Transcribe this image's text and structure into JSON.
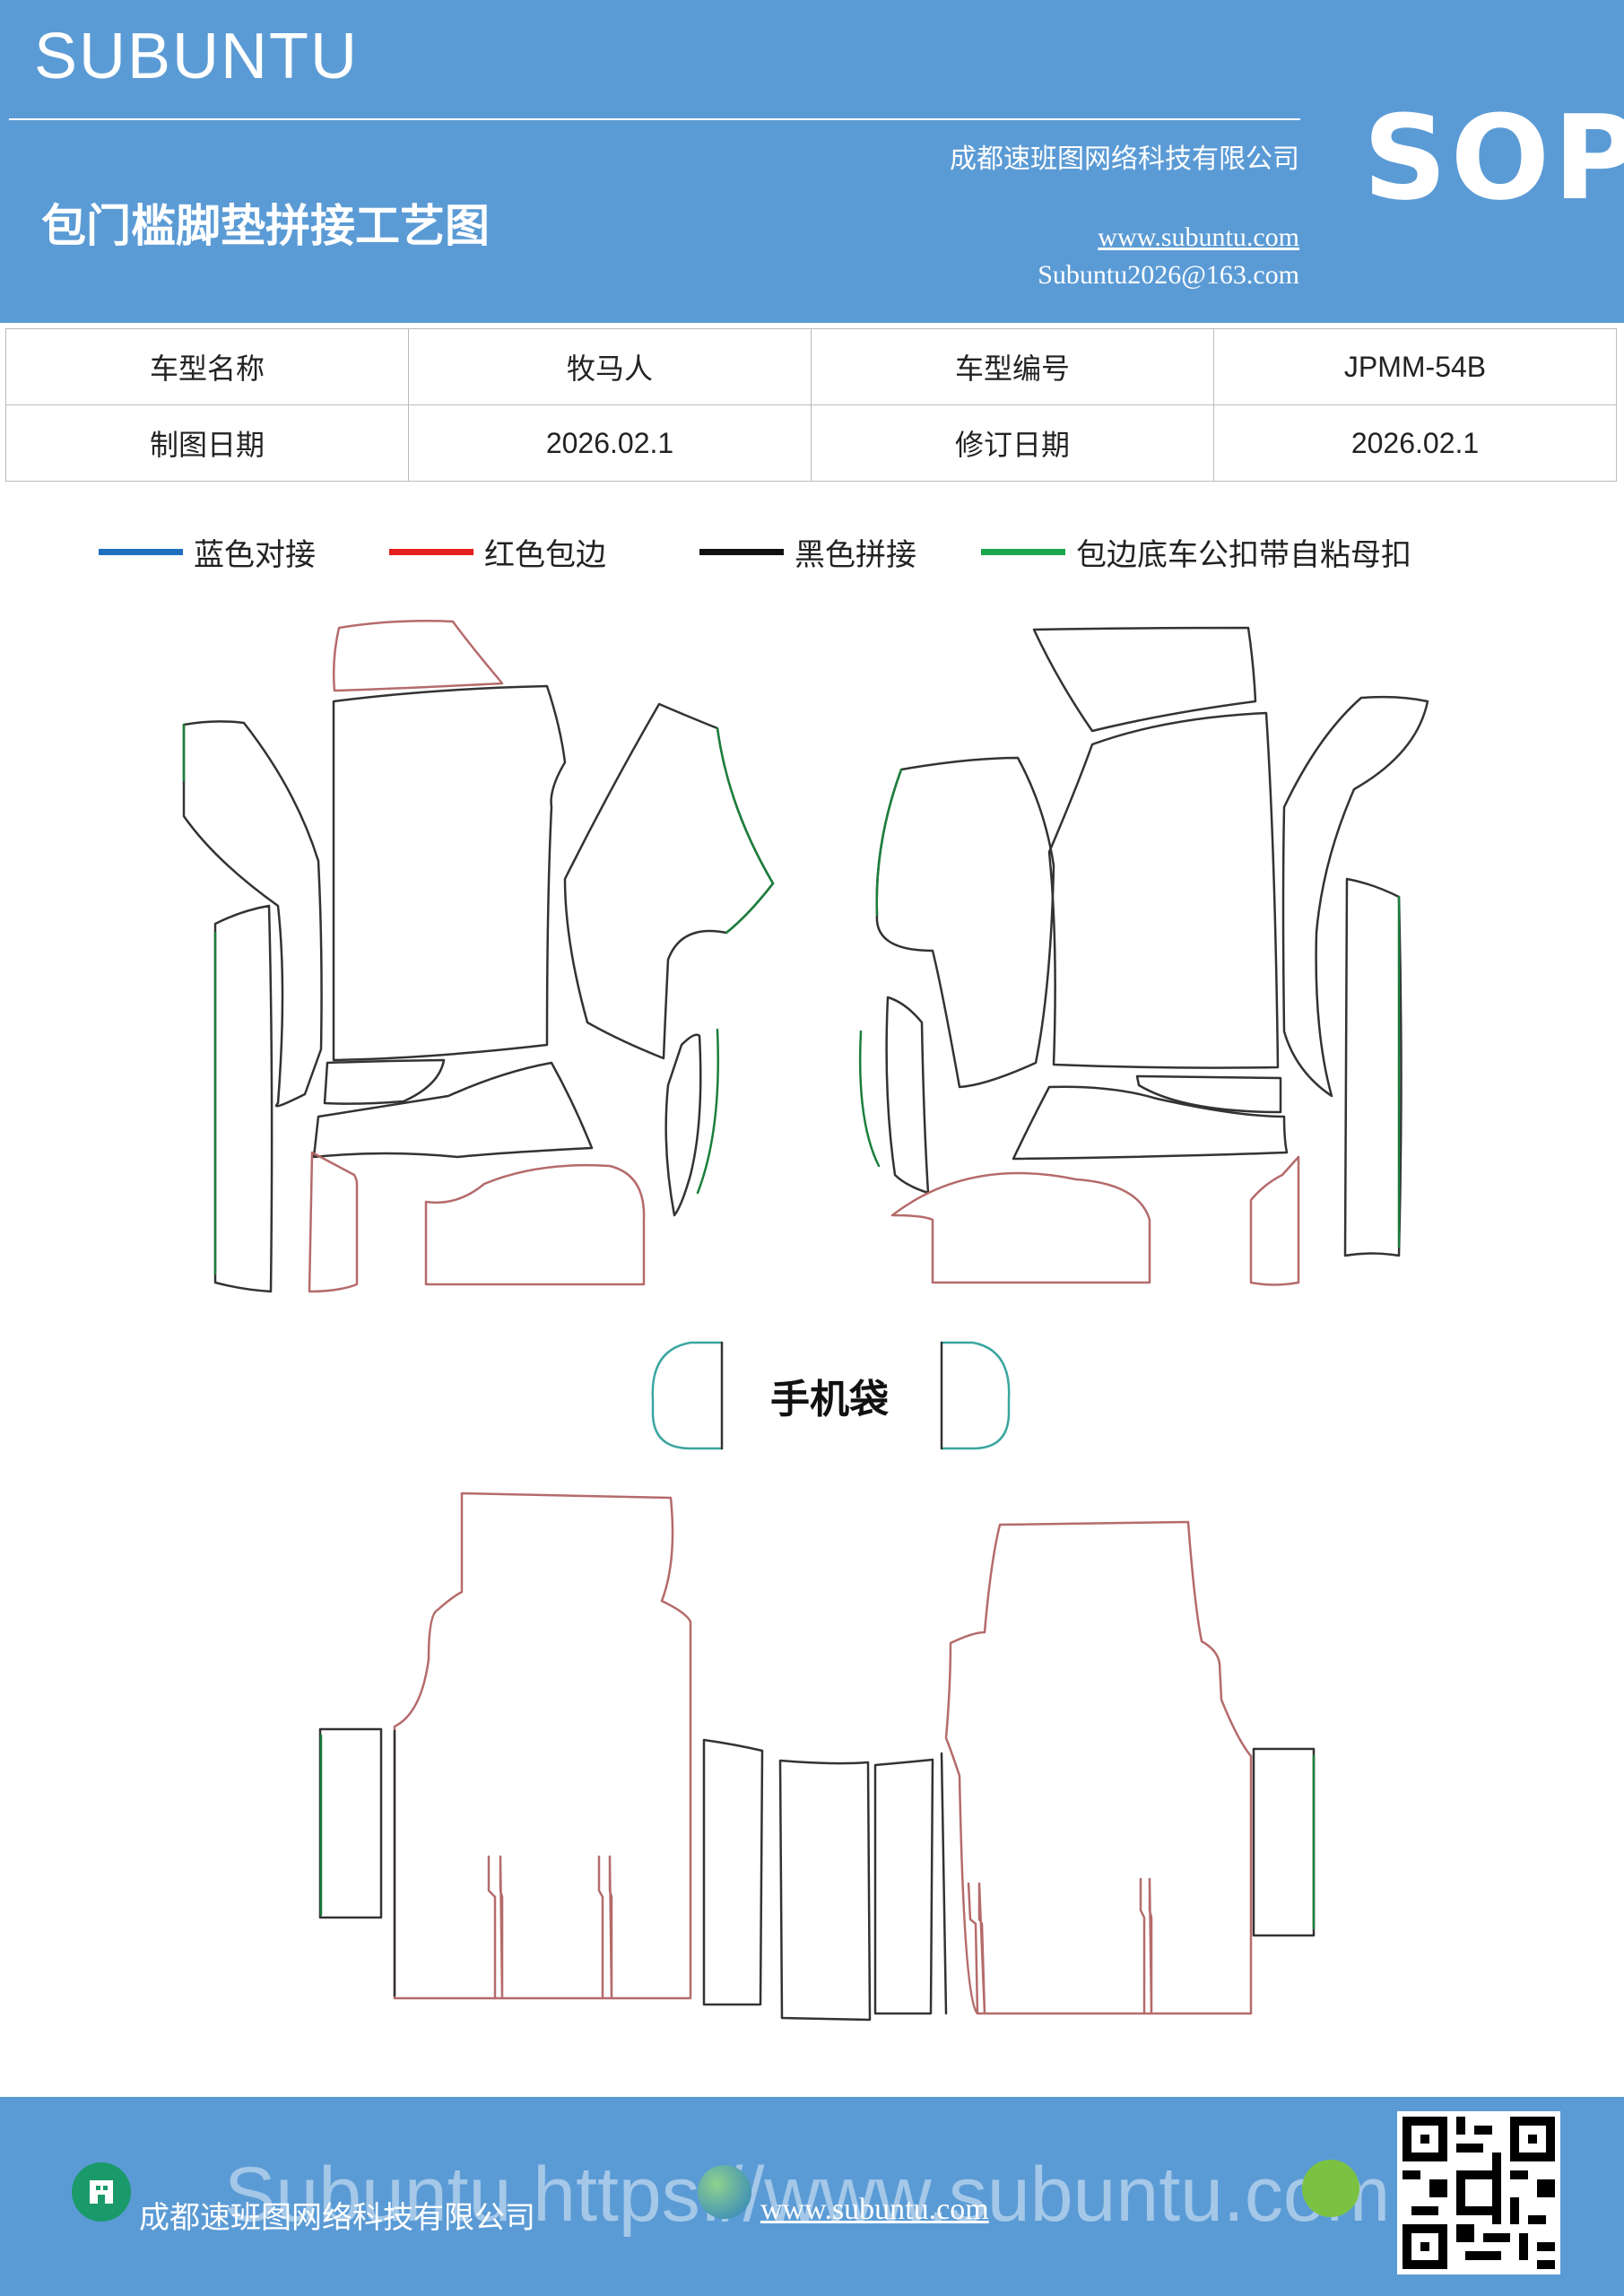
{
  "header": {
    "brand": "SUBUNTU",
    "doc_title": "包门槛脚垫拼接工艺图",
    "company": "成都速班图网络科技有限公司",
    "website": "www.subuntu.com",
    "email": "Subuntu2026@163.com",
    "badge": "SOP"
  },
  "info": {
    "model_name_label": "车型名称",
    "model_name_value": "牧马人",
    "model_code_label": "车型编号",
    "model_code_value": "JPMM-54B",
    "draw_date_label": "制图日期",
    "draw_date_value": "2026.02.1",
    "revise_date_label": "修订日期",
    "revise_date_value": "2026.02.1"
  },
  "legend": [
    {
      "label": "蓝色对接",
      "color": "#1f6fbf"
    },
    {
      "label": "红色包边",
      "color": "#e61e1e"
    },
    {
      "label": "黑色拼接",
      "color": "#111111"
    },
    {
      "label": "包边底车公扣带自粘母扣",
      "color": "#1aa64a"
    }
  ],
  "drawing": {
    "phone_pocket_label": "手机袋",
    "colors": {
      "red": "#b56b6b",
      "black": "#333333",
      "green": "#1a7f3c",
      "teal": "#3aa6a0"
    }
  },
  "footer": {
    "company": "成都速班图网络科技有限公司",
    "website": "www.subuntu.com",
    "watermark": "Subuntu https://www.subuntu.com",
    "building_icon": "building-icon",
    "globe_icon": "globe-icon",
    "wechat_icon": "wechat-icon",
    "qr_icon": "qr-code-icon"
  }
}
